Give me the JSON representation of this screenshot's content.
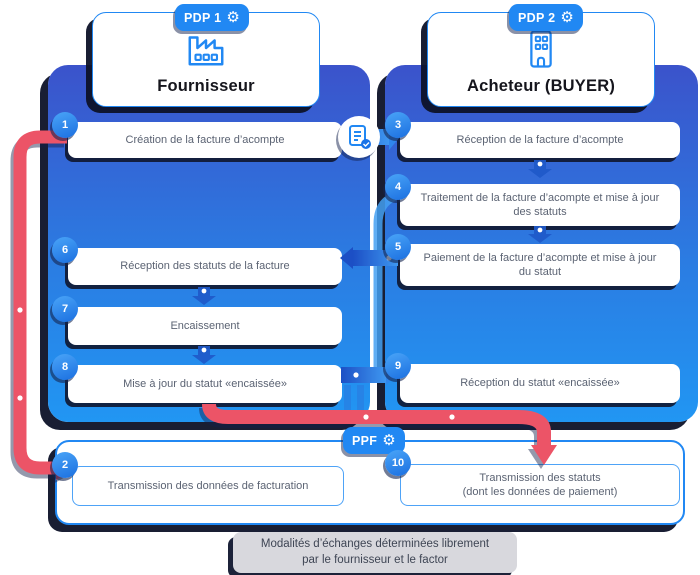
{
  "pdp1": {
    "badge_label": "PDP 1",
    "title": "Fournisseur"
  },
  "pdp2": {
    "badge_label": "PDP 2",
    "title": "Acheteur (BUYER)"
  },
  "ppf": {
    "badge_label": "PPF"
  },
  "icons": {
    "gear": "⚙"
  },
  "steps": [
    {
      "num": "1",
      "label": "Création de la facture d’acompte"
    },
    {
      "num": "2",
      "label": "Transmission des données de facturation"
    },
    {
      "num": "3",
      "label": "Réception de la facture d’acompte"
    },
    {
      "num": "4",
      "label": "Traitement de la facture d’acompte et mise à jour\ndes statuts"
    },
    {
      "num": "5",
      "label": "Paiement de la facture d’acompte et mise à jour\ndu statut"
    },
    {
      "num": "6",
      "label": "Réception des statuts de la facture"
    },
    {
      "num": "7",
      "label": "Encaissement"
    },
    {
      "num": "8",
      "label": "Mise à jour du statut «encaissée»"
    },
    {
      "num": "9",
      "label": "Réception du statut «encaissée»"
    },
    {
      "num": "10",
      "label": "Transmission des statuts\n(dont les données de paiement)"
    }
  ],
  "footnote": "Modalités d’échanges déterminées librement\npar le fournisseur et le factor",
  "colors": {
    "panel_top": "#3B53CB",
    "panel_bottom": "#2196F3",
    "accent_blue": "#2188F3",
    "arrow_blue_dark": "#1C4FC5",
    "arrow_red": "#EC5467",
    "shadow_navy": "#0D1228",
    "footnote_bg": "#D8D8DD"
  }
}
